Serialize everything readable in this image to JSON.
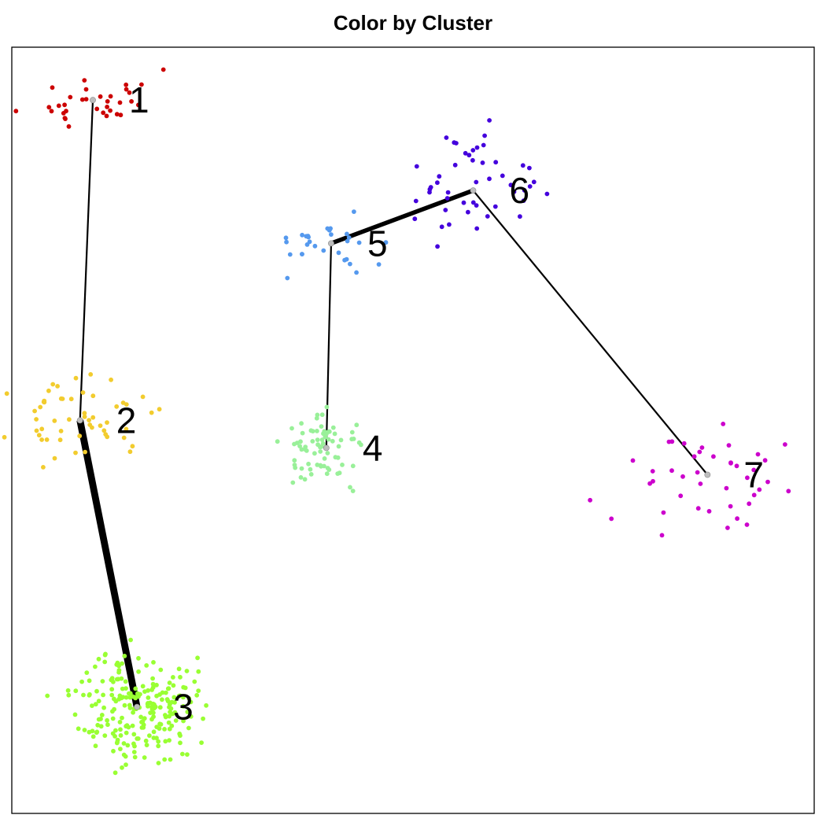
{
  "chart_data": {
    "type": "scatter",
    "title": "Color by Cluster",
    "xlabel": "",
    "ylabel": "",
    "grid": false,
    "xlim": [
      0,
      100
    ],
    "ylim": [
      0,
      100
    ],
    "clusters": [
      {
        "label": "1",
        "color": "#cc0000",
        "center": [
          10.1,
          93.1
        ],
        "spread": [
          3.8,
          2.0
        ],
        "count": 34,
        "seed": 11
      },
      {
        "label": "2",
        "color": "#f2cc2e",
        "center": [
          8.5,
          51.3
        ],
        "spread": [
          4.3,
          2.4
        ],
        "count": 55,
        "seed": 23
      },
      {
        "label": "3",
        "color": "#99ff33",
        "center": [
          15.6,
          13.9
        ],
        "spread": [
          3.6,
          3.6
        ],
        "count": 230,
        "seed": 37
      },
      {
        "label": "4",
        "color": "#99f099",
        "center": [
          39.2,
          47.7
        ],
        "spread": [
          2.6,
          2.2
        ],
        "count": 75,
        "seed": 41
      },
      {
        "label": "5",
        "color": "#5599ee",
        "center": [
          39.8,
          74.4
        ],
        "spread": [
          4.2,
          1.9
        ],
        "count": 30,
        "seed": 53
      },
      {
        "label": "6",
        "color": "#4400dd",
        "center": [
          57.5,
          81.3
        ],
        "spread": [
          4.2,
          3.6
        ],
        "count": 48,
        "seed": 67
      },
      {
        "label": "7",
        "color": "#cc00cc",
        "center": [
          86.7,
          44.2
        ],
        "spread": [
          4.7,
          3.2
        ],
        "count": 42,
        "seed": 79
      }
    ],
    "edges": [
      {
        "from": "1",
        "to": "2",
        "weight": 1
      },
      {
        "from": "2",
        "to": "3",
        "weight": 4
      },
      {
        "from": "4",
        "to": "5",
        "weight": 1
      },
      {
        "from": "5",
        "to": "6",
        "weight": 2.5
      },
      {
        "from": "6",
        "to": "7",
        "weight": 1
      }
    ]
  }
}
